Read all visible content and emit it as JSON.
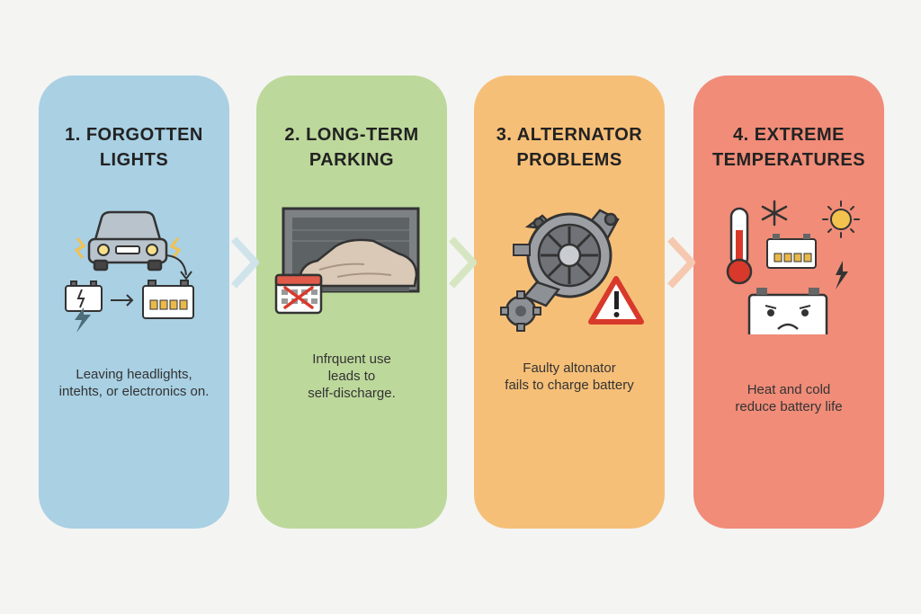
{
  "panels": [
    {
      "title_1": "1. FORGOTTEN",
      "title_2": "LIGHTS",
      "desc_1": "Leaving headlights,",
      "desc_2": "intehts, or electronics on.",
      "desc_3": "",
      "color": "#a9d0e3",
      "icon": "car-headlights-battery-icon"
    },
    {
      "title_1": "2. LONG-TERM",
      "title_2": "PARKING",
      "desc_1": "Infrquent use",
      "desc_2": "leads to",
      "desc_3": "self-discharge.",
      "color": "#bdd89b",
      "icon": "garage-covered-car-calendar-icon"
    },
    {
      "title_1": "3. ALTERNATOR",
      "title_2": "PROBLEMS",
      "desc_1": "Faulty altonator",
      "desc_2": "fails to charge battery",
      "desc_3": "",
      "color": "#f6bf78",
      "icon": "alternator-warning-icon"
    },
    {
      "title_1": "4. EXTREME",
      "title_2": "TEMPERATURES",
      "desc_1": "Heat and cold",
      "desc_2": "reduce battery life",
      "desc_3": "",
      "color": "#f08c78",
      "icon": "thermometer-sad-battery-icon"
    }
  ],
  "connectors": [
    {
      "icon": "chevron-right-icon",
      "color": "#cfe3ea"
    },
    {
      "icon": "chevron-right-icon",
      "color": "#d6e6c2"
    },
    {
      "icon": "chevron-right-icon",
      "color": "#f6c8b0"
    }
  ]
}
